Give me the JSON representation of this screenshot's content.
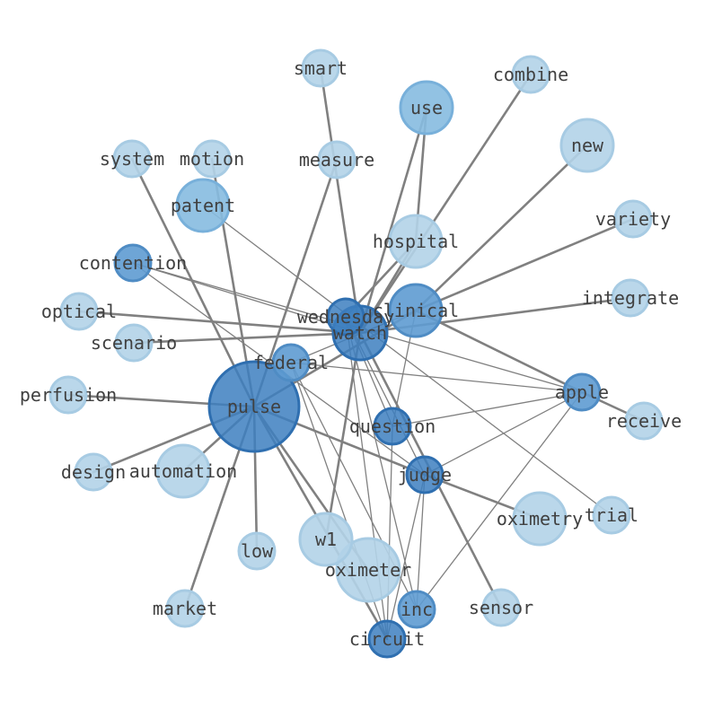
{
  "palette": {
    "edge": "#808080",
    "label": "#404040",
    "levels": [
      {
        "fill": "#b3d3e8",
        "stroke": "#a7cbe3"
      },
      {
        "fill": "#86bbe0",
        "stroke": "#78b0da"
      },
      {
        "fill": "#5e9bd1",
        "stroke": "#4f8cc4"
      },
      {
        "fill": "#3d7fc0",
        "stroke": "#2f6fb0"
      }
    ]
  },
  "nodes": [
    {
      "id": "pulse",
      "label": "pulse",
      "level": 3
    },
    {
      "id": "watch",
      "label": "watch",
      "level": 3
    },
    {
      "id": "wednesday",
      "label": "wednesday",
      "level": 3
    },
    {
      "id": "clinical",
      "label": "clinical",
      "level": 2
    },
    {
      "id": "federal",
      "label": "federal",
      "level": 2
    },
    {
      "id": "question",
      "label": "question",
      "level": 3
    },
    {
      "id": "judge",
      "label": "judge",
      "level": 3
    },
    {
      "id": "apple",
      "label": "apple",
      "level": 2
    },
    {
      "id": "inc",
      "label": "inc",
      "level": 2
    },
    {
      "id": "circuit",
      "label": "circuit",
      "level": 3
    },
    {
      "id": "contention",
      "label": "contention",
      "level": 2
    },
    {
      "id": "use",
      "label": "use",
      "level": 1
    },
    {
      "id": "patent",
      "label": "patent",
      "level": 1
    },
    {
      "id": "smart",
      "label": "smart",
      "level": 0
    },
    {
      "id": "combine",
      "label": "combine",
      "level": 0
    },
    {
      "id": "new",
      "label": "new",
      "level": 0
    },
    {
      "id": "system",
      "label": "system",
      "level": 0
    },
    {
      "id": "motion",
      "label": "motion",
      "level": 0
    },
    {
      "id": "measure",
      "label": "measure",
      "level": 0
    },
    {
      "id": "variety",
      "label": "variety",
      "level": 0
    },
    {
      "id": "hospital",
      "label": "hospital",
      "level": 0
    },
    {
      "id": "integrate",
      "label": "integrate",
      "level": 0
    },
    {
      "id": "optical",
      "label": "optical",
      "level": 0
    },
    {
      "id": "scenario",
      "label": "scenario",
      "level": 0
    },
    {
      "id": "perfusion",
      "label": "perfusion",
      "level": 0
    },
    {
      "id": "receive",
      "label": "receive",
      "level": 0
    },
    {
      "id": "design",
      "label": "design",
      "level": 0
    },
    {
      "id": "automation",
      "label": "automation",
      "level": 0
    },
    {
      "id": "oximetry",
      "label": "oximetry",
      "level": 0
    },
    {
      "id": "trial",
      "label": "trial",
      "level": 0
    },
    {
      "id": "low",
      "label": "low",
      "level": 0
    },
    {
      "id": "w1",
      "label": "w1",
      "level": 0
    },
    {
      "id": "oximeter",
      "label": "oximeter",
      "level": 0
    },
    {
      "id": "market",
      "label": "market",
      "level": 0
    },
    {
      "id": "sensor",
      "label": "sensor",
      "level": 0
    }
  ],
  "edges": [
    {
      "source": "pulse",
      "target": "perfusion",
      "weight": "strong"
    },
    {
      "source": "pulse",
      "target": "design",
      "weight": "strong"
    },
    {
      "source": "pulse",
      "target": "automation",
      "weight": "strong"
    },
    {
      "source": "pulse",
      "target": "market",
      "weight": "strong"
    },
    {
      "source": "pulse",
      "target": "low",
      "weight": "strong"
    },
    {
      "source": "pulse",
      "target": "oximeter",
      "weight": "strong"
    },
    {
      "source": "pulse",
      "target": "circuit",
      "weight": "strong"
    },
    {
      "source": "pulse",
      "target": "judge",
      "weight": "strong"
    },
    {
      "source": "pulse",
      "target": "system",
      "weight": "strong"
    },
    {
      "source": "pulse",
      "target": "motion",
      "weight": "strong"
    },
    {
      "source": "pulse",
      "target": "measure",
      "weight": "strong"
    },
    {
      "source": "pulse",
      "target": "clinical",
      "weight": "strong"
    },
    {
      "source": "watch",
      "target": "smart",
      "weight": "strong"
    },
    {
      "source": "watch",
      "target": "use",
      "weight": "strong"
    },
    {
      "source": "watch",
      "target": "combine",
      "weight": "strong"
    },
    {
      "source": "watch",
      "target": "optical",
      "weight": "strong"
    },
    {
      "source": "watch",
      "target": "scenario",
      "weight": "strong"
    },
    {
      "source": "watch",
      "target": "integrate",
      "weight": "strong"
    },
    {
      "source": "watch",
      "target": "w1",
      "weight": "strong"
    },
    {
      "source": "watch",
      "target": "sensor",
      "weight": "strong"
    },
    {
      "source": "watch",
      "target": "hospital",
      "weight": "strong"
    },
    {
      "source": "clinical",
      "target": "new",
      "weight": "strong"
    },
    {
      "source": "clinical",
      "target": "variety",
      "weight": "strong"
    },
    {
      "source": "clinical",
      "target": "apple",
      "weight": "strong"
    },
    {
      "source": "hospital",
      "target": "use",
      "weight": "strong"
    },
    {
      "source": "hospital",
      "target": "wednesday",
      "weight": "strong"
    },
    {
      "source": "apple",
      "target": "receive",
      "weight": "strong"
    },
    {
      "source": "judge",
      "target": "oximetry",
      "weight": "strong"
    },
    {
      "source": "contention",
      "target": "watch",
      "weight": "light"
    },
    {
      "source": "contention",
      "target": "apple",
      "weight": "light"
    },
    {
      "source": "contention",
      "target": "judge",
      "weight": "light"
    },
    {
      "source": "patent",
      "target": "trial",
      "weight": "light"
    },
    {
      "source": "federal",
      "target": "apple",
      "weight": "light"
    },
    {
      "source": "federal",
      "target": "inc",
      "weight": "light"
    },
    {
      "source": "federal",
      "target": "circuit",
      "weight": "light"
    },
    {
      "source": "wednesday",
      "target": "question",
      "weight": "light"
    },
    {
      "source": "wednesday",
      "target": "judge",
      "weight": "light"
    },
    {
      "source": "wednesday",
      "target": "inc",
      "weight": "light"
    },
    {
      "source": "wednesday",
      "target": "circuit",
      "weight": "light"
    },
    {
      "source": "question",
      "target": "apple",
      "weight": "light"
    },
    {
      "source": "question",
      "target": "circuit",
      "weight": "light"
    },
    {
      "source": "judge",
      "target": "apple",
      "weight": "light"
    },
    {
      "source": "judge",
      "target": "circuit",
      "weight": "light"
    },
    {
      "source": "inc",
      "target": "apple",
      "weight": "light"
    },
    {
      "source": "inc",
      "target": "judge",
      "weight": "light"
    },
    {
      "source": "clinical",
      "target": "question",
      "weight": "light"
    },
    {
      "source": "clinical",
      "target": "federal",
      "weight": "light"
    }
  ]
}
